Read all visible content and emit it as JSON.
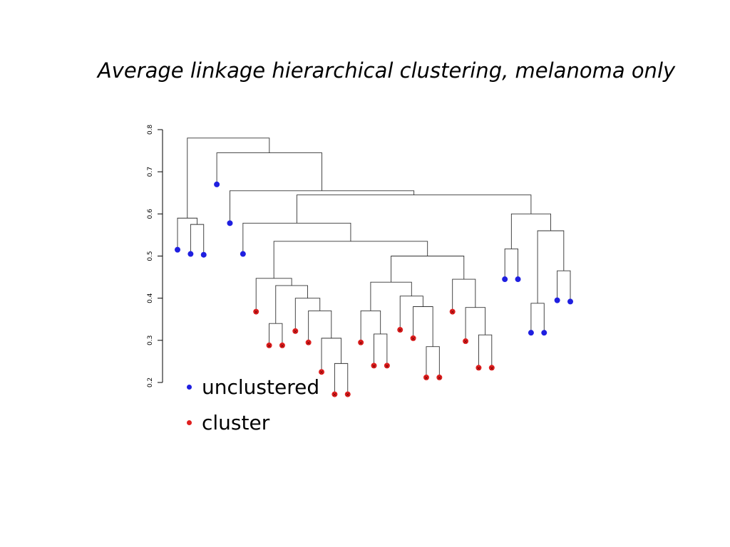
{
  "slide": {
    "title": "Average linkage hierarchical clustering, melanoma only"
  },
  "legend": {
    "items": [
      {
        "label": "unclustered",
        "color": "#1f1fe0"
      },
      {
        "label": "cluster",
        "color": "#e01f1f"
      }
    ]
  },
  "chart_data": {
    "type": "dendrogram",
    "title": "",
    "xlabel": "",
    "ylabel": "",
    "ylim": [
      0.2,
      0.8
    ],
    "y_ticks": [
      "0.2",
      "0.3",
      "0.4",
      "0.5",
      "0.6",
      "0.7",
      "0.8"
    ],
    "grid": false,
    "leaves": [
      {
        "group": "unclustered",
        "h": 0.515
      },
      {
        "group": "unclustered",
        "h": 0.505
      },
      {
        "group": "unclustered",
        "h": 0.503
      },
      {
        "group": "unclustered",
        "h": 0.67
      },
      {
        "group": "unclustered",
        "h": 0.578
      },
      {
        "group": "unclustered",
        "h": 0.505
      },
      {
        "group": "cluster",
        "h": 0.368
      },
      {
        "group": "cluster",
        "h": 0.288
      },
      {
        "group": "cluster",
        "h": 0.288
      },
      {
        "group": "cluster",
        "h": 0.322
      },
      {
        "group": "cluster",
        "h": 0.295
      },
      {
        "group": "cluster",
        "h": 0.225
      },
      {
        "group": "cluster",
        "h": 0.172
      },
      {
        "group": "cluster",
        "h": 0.172
      },
      {
        "group": "cluster",
        "h": 0.295
      },
      {
        "group": "cluster",
        "h": 0.24
      },
      {
        "group": "cluster",
        "h": 0.24
      },
      {
        "group": "cluster",
        "h": 0.325
      },
      {
        "group": "cluster",
        "h": 0.305
      },
      {
        "group": "cluster",
        "h": 0.212
      },
      {
        "group": "cluster",
        "h": 0.212
      },
      {
        "group": "cluster",
        "h": 0.368
      },
      {
        "group": "cluster",
        "h": 0.298
      },
      {
        "group": "cluster",
        "h": 0.235
      },
      {
        "group": "cluster",
        "h": 0.235
      },
      {
        "group": "unclustered",
        "h": 0.445
      },
      {
        "group": "unclustered",
        "h": 0.445
      },
      {
        "group": "unclustered",
        "h": 0.318
      },
      {
        "group": "unclustered",
        "h": 0.318
      },
      {
        "group": "unclustered",
        "h": 0.395
      },
      {
        "group": "unclustered",
        "h": 0.392
      }
    ],
    "merges": [
      {
        "id": "m1",
        "a": 1,
        "b": 2,
        "h": 0.575
      },
      {
        "id": "m2",
        "a": 0,
        "b": "m1",
        "h": 0.59
      },
      {
        "id": "m3",
        "a": 7,
        "b": 8,
        "h": 0.34
      },
      {
        "id": "m4",
        "a": 12,
        "b": 13,
        "h": 0.245
      },
      {
        "id": "m5",
        "a": 11,
        "b": "m4",
        "h": 0.305
      },
      {
        "id": "m6",
        "a": 10,
        "b": "m5",
        "h": 0.37
      },
      {
        "id": "m7",
        "a": 9,
        "b": "m6",
        "h": 0.4
      },
      {
        "id": "m8",
        "a": "m3",
        "b": "m7",
        "h": 0.43
      },
      {
        "id": "m9",
        "a": 6,
        "b": "m8",
        "h": 0.447
      },
      {
        "id": "m10",
        "a": 15,
        "b": 16,
        "h": 0.315
      },
      {
        "id": "m11",
        "a": 14,
        "b": "m10",
        "h": 0.37
      },
      {
        "id": "m12",
        "a": 19,
        "b": 20,
        "h": 0.285
      },
      {
        "id": "m13",
        "a": 18,
        "b": "m12",
        "h": 0.38
      },
      {
        "id": "m14",
        "a": 17,
        "b": "m13",
        "h": 0.405
      },
      {
        "id": "m15",
        "a": "m11",
        "b": "m14",
        "h": 0.438
      },
      {
        "id": "m16",
        "a": 23,
        "b": 24,
        "h": 0.313
      },
      {
        "id": "m17",
        "a": 22,
        "b": "m16",
        "h": 0.378
      },
      {
        "id": "m18",
        "a": 21,
        "b": "m17",
        "h": 0.445
      },
      {
        "id": "m19",
        "a": "m15",
        "b": "m18",
        "h": 0.5
      },
      {
        "id": "m20",
        "a": "m9",
        "b": "m19",
        "h": 0.535
      },
      {
        "id": "m21",
        "a": 5,
        "b": "m20",
        "h": 0.578
      },
      {
        "id": "m22",
        "a": 25,
        "b": 26,
        "h": 0.517
      },
      {
        "id": "m23",
        "a": 27,
        "b": 28,
        "h": 0.388
      },
      {
        "id": "m24",
        "a": 29,
        "b": 30,
        "h": 0.465
      },
      {
        "id": "m25",
        "a": "m23",
        "b": "m24",
        "h": 0.56
      },
      {
        "id": "m26",
        "a": "m22",
        "b": "m25",
        "h": 0.6
      },
      {
        "id": "m27",
        "a": "m21",
        "b": "m26",
        "h": 0.645
      },
      {
        "id": "m28",
        "a": 4,
        "b": "m27",
        "h": 0.655
      },
      {
        "id": "m29",
        "a": 3,
        "b": "m28",
        "h": 0.745
      },
      {
        "id": "m30",
        "a": "m2",
        "b": "m29",
        "h": 0.78
      }
    ]
  }
}
